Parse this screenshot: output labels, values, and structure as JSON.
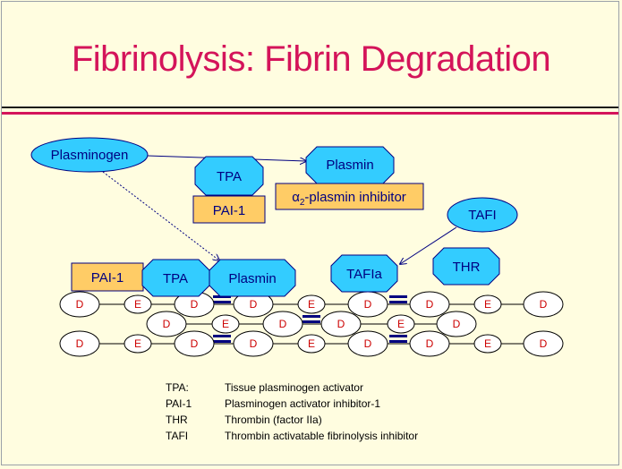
{
  "slide": {
    "title": "Fibrinolysis: Fibrin Degradation"
  },
  "colors": {
    "title": "#d4145a",
    "cyan_shape": "#33ccff",
    "orange_box": "#ffcc66",
    "text_blue": "#000080",
    "arrow": "#000080",
    "node_text": "#cc0000",
    "background": "#fffde0"
  },
  "diagram": {
    "plasminogen": "Plasminogen",
    "tpa_top": "TPA",
    "pai1_top": "PAI-1",
    "plasmin_top": "Plasmin",
    "inhibitor_alpha": "α",
    "inhibitor_sub": "2",
    "inhibitor_rest": "-plasmin inhibitor",
    "tafi": "TAFI",
    "thr": "THR",
    "tafia": "TAFIa",
    "pai1_bottom": "PAI-1",
    "tpa_bottom": "TPA",
    "plasmin_bottom": "Plasmin"
  },
  "fibrin": {
    "row1": [
      "D",
      "E",
      "D",
      "D",
      "E",
      "D",
      "D",
      "E",
      "D"
    ],
    "row2": [
      "D",
      "E",
      "D",
      "D",
      "E",
      "D"
    ],
    "row3": [
      "D",
      "E",
      "D",
      "D",
      "E",
      "D",
      "D",
      "E",
      "D"
    ]
  },
  "legend": [
    {
      "abbr": "TPA:",
      "desc": "Tissue plasminogen activator"
    },
    {
      "abbr": "PAI-1",
      "desc": "Plasminogen activator inhibitor-1"
    },
    {
      "abbr": "THR",
      "desc": "Thrombin (factor IIa)"
    },
    {
      "abbr": "TAFI",
      "desc": "Thrombin activatable fibrinolysis inhibitor"
    }
  ]
}
